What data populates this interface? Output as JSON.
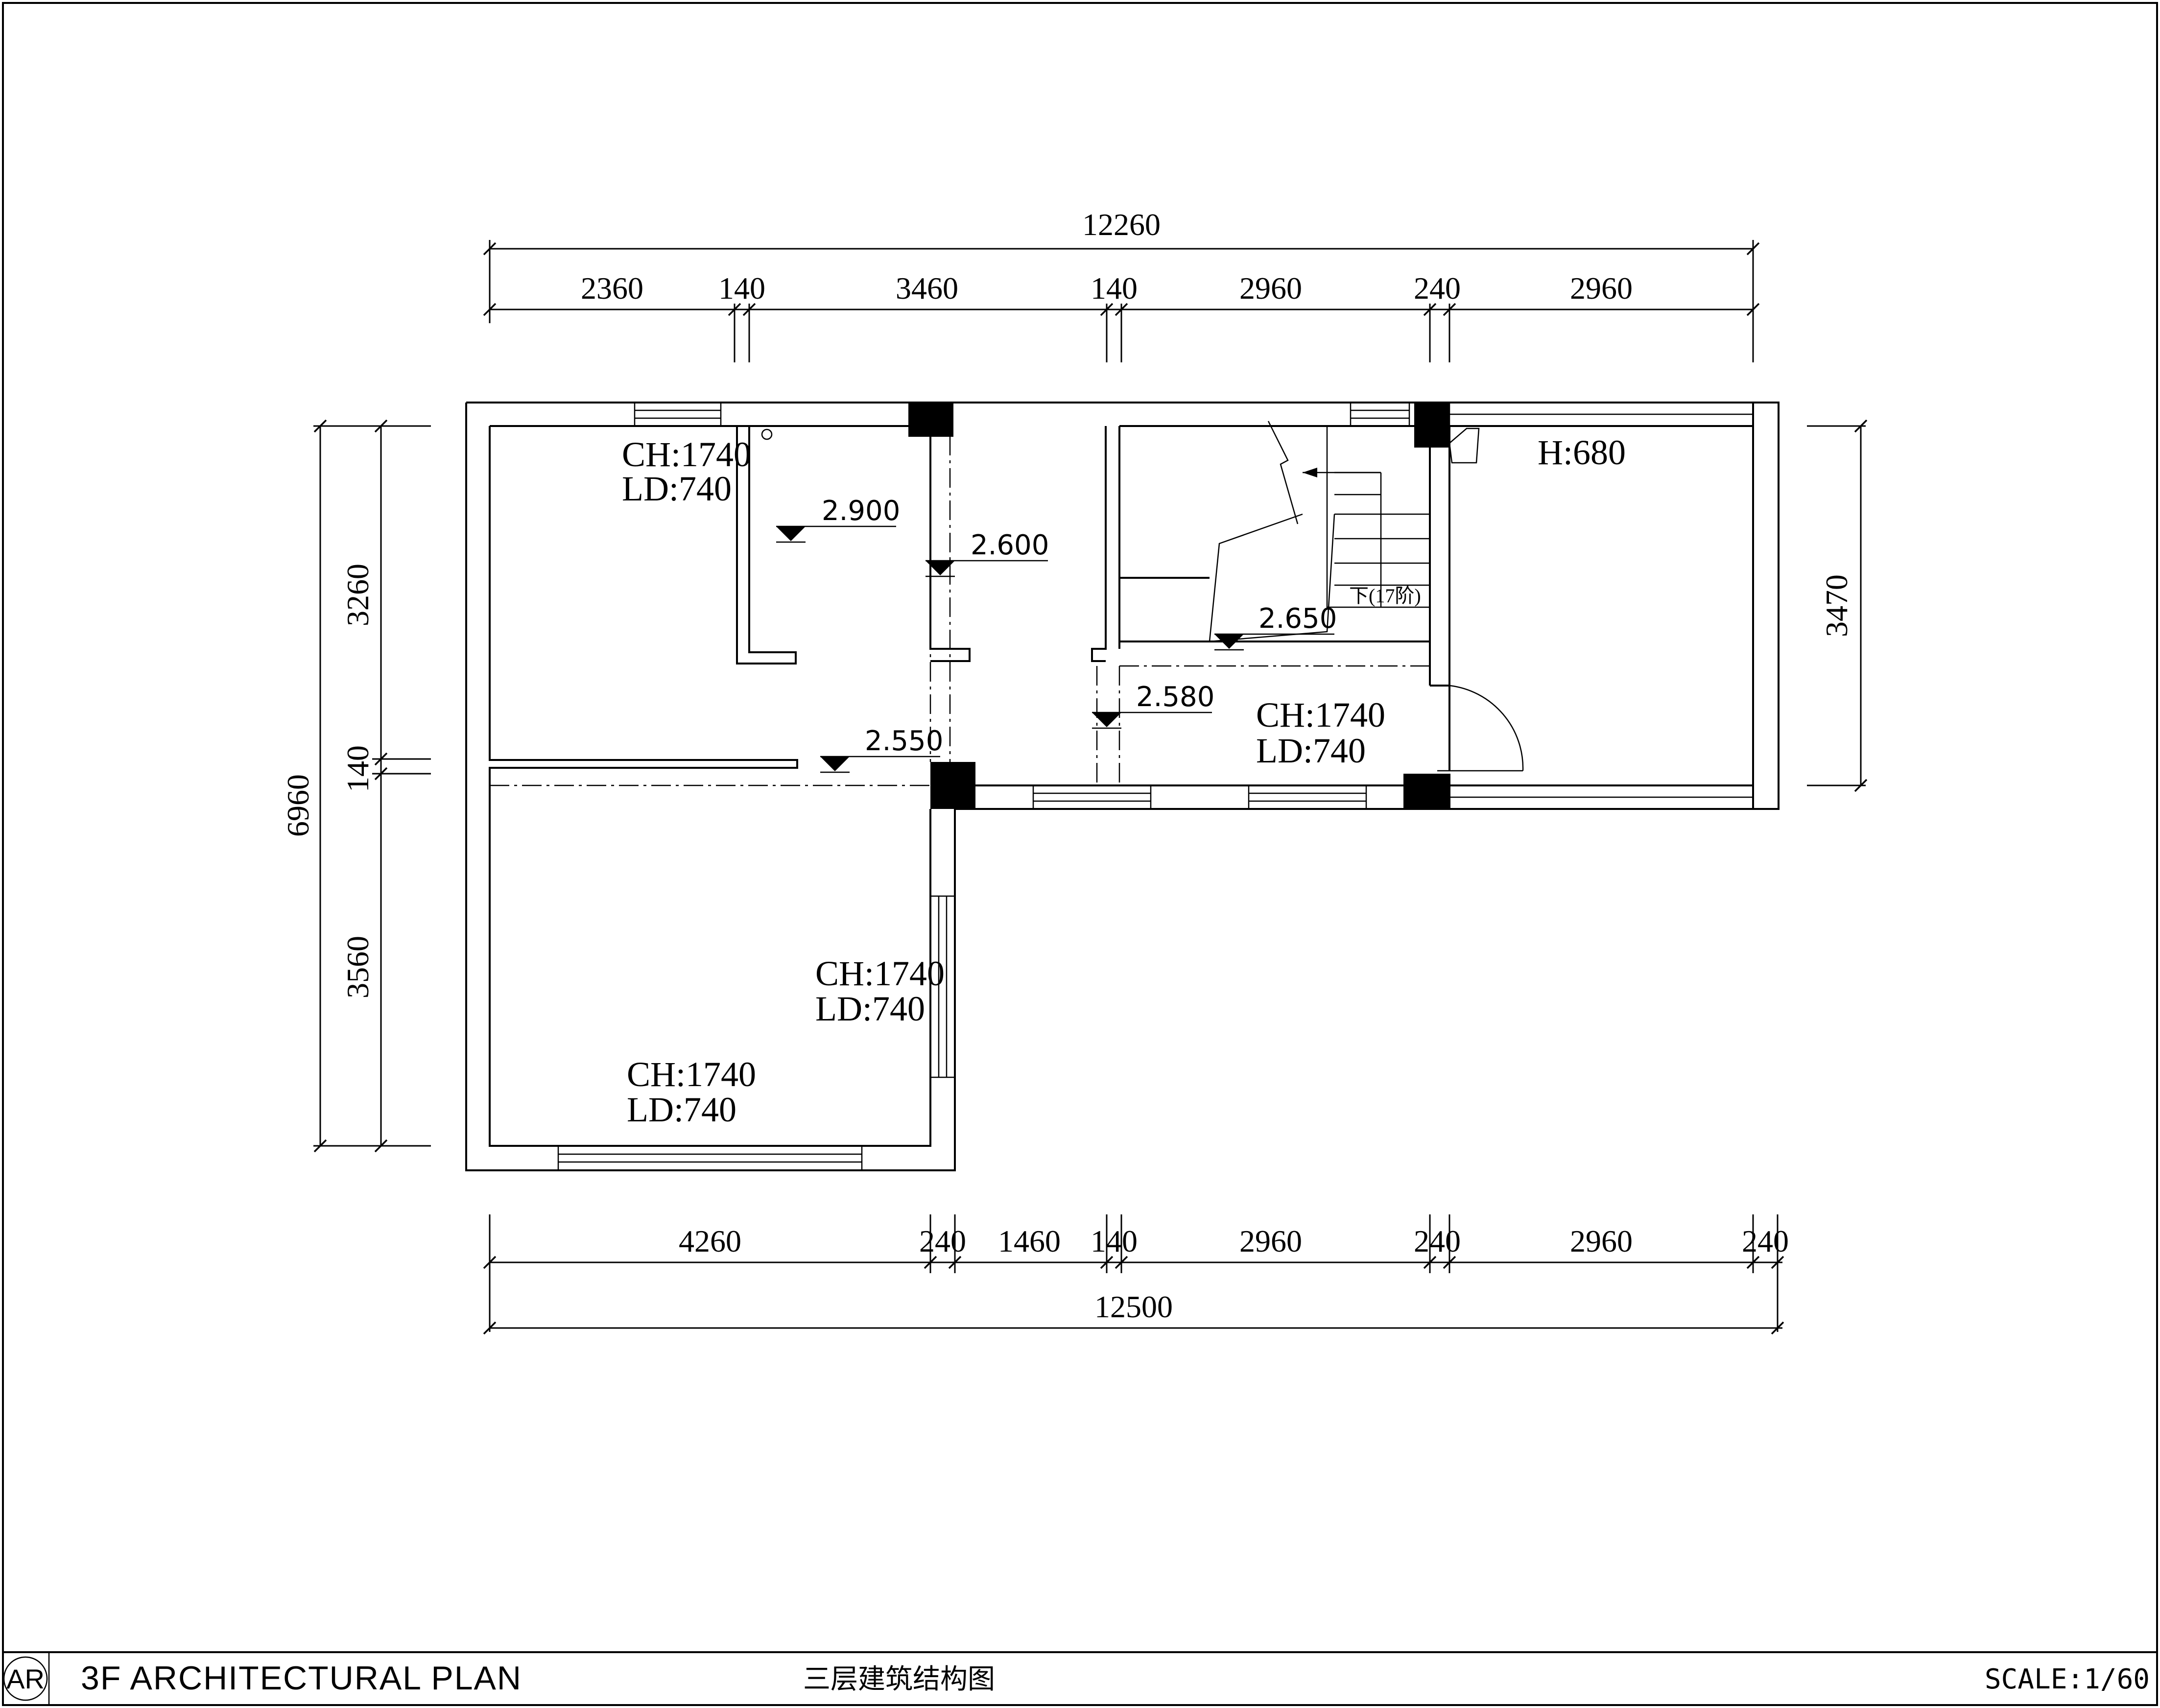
{
  "title_block": {
    "badge": "AR",
    "title_en": "3F ARCHITECTURAL PLAN",
    "title_cn": "三层建筑结构图",
    "scale": "SCALE:1/60"
  },
  "dimensions": {
    "top_total": "12260",
    "top_segments": [
      "2360",
      "140",
      "3460",
      "140",
      "2960",
      "240",
      "2960"
    ],
    "bottom_total": "12500",
    "bottom_segments": [
      "4260",
      "240",
      "1460",
      "140",
      "2960",
      "240",
      "2960",
      "240"
    ],
    "left_total": "6960",
    "left_segments": [
      "3260",
      "140",
      "3560"
    ],
    "right_segment": "3470"
  },
  "rooms": [
    {
      "ch": "CH:1740",
      "ld": "LD:740"
    },
    {
      "ch": "CH:1740",
      "ld": "LD:740"
    },
    {
      "ch": "CH:1740",
      "ld": "LD:740"
    },
    {
      "ch": "CH:1740",
      "ld": "LD:740"
    }
  ],
  "balcony_height": "H:680",
  "levels": [
    "2.900",
    "2.600",
    "2.650",
    "2.580",
    "2.550"
  ],
  "stair_note": "下(17阶)"
}
